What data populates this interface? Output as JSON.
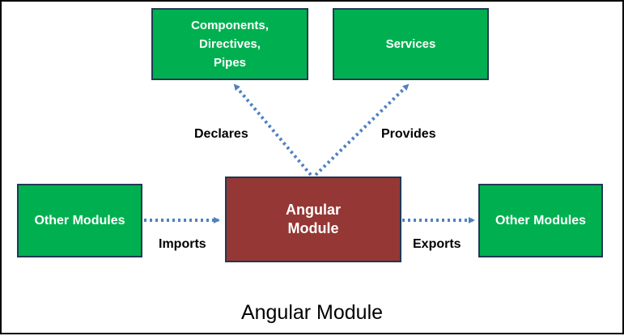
{
  "nodes": {
    "components": "Components,\nDirectives,\nPipes",
    "services": "Services",
    "angular_module": "Angular\nModule",
    "imports_source": "Other Modules",
    "exports_target": "Other Modules"
  },
  "edges": {
    "declares": "Declares",
    "provides": "Provides",
    "imports": "Imports",
    "exports": "Exports"
  },
  "caption": "Angular Module",
  "colors": {
    "green_box": "#00b050",
    "module_box": "#953735",
    "box_border": "#1f3a55",
    "arrow": "#4f81bd"
  }
}
